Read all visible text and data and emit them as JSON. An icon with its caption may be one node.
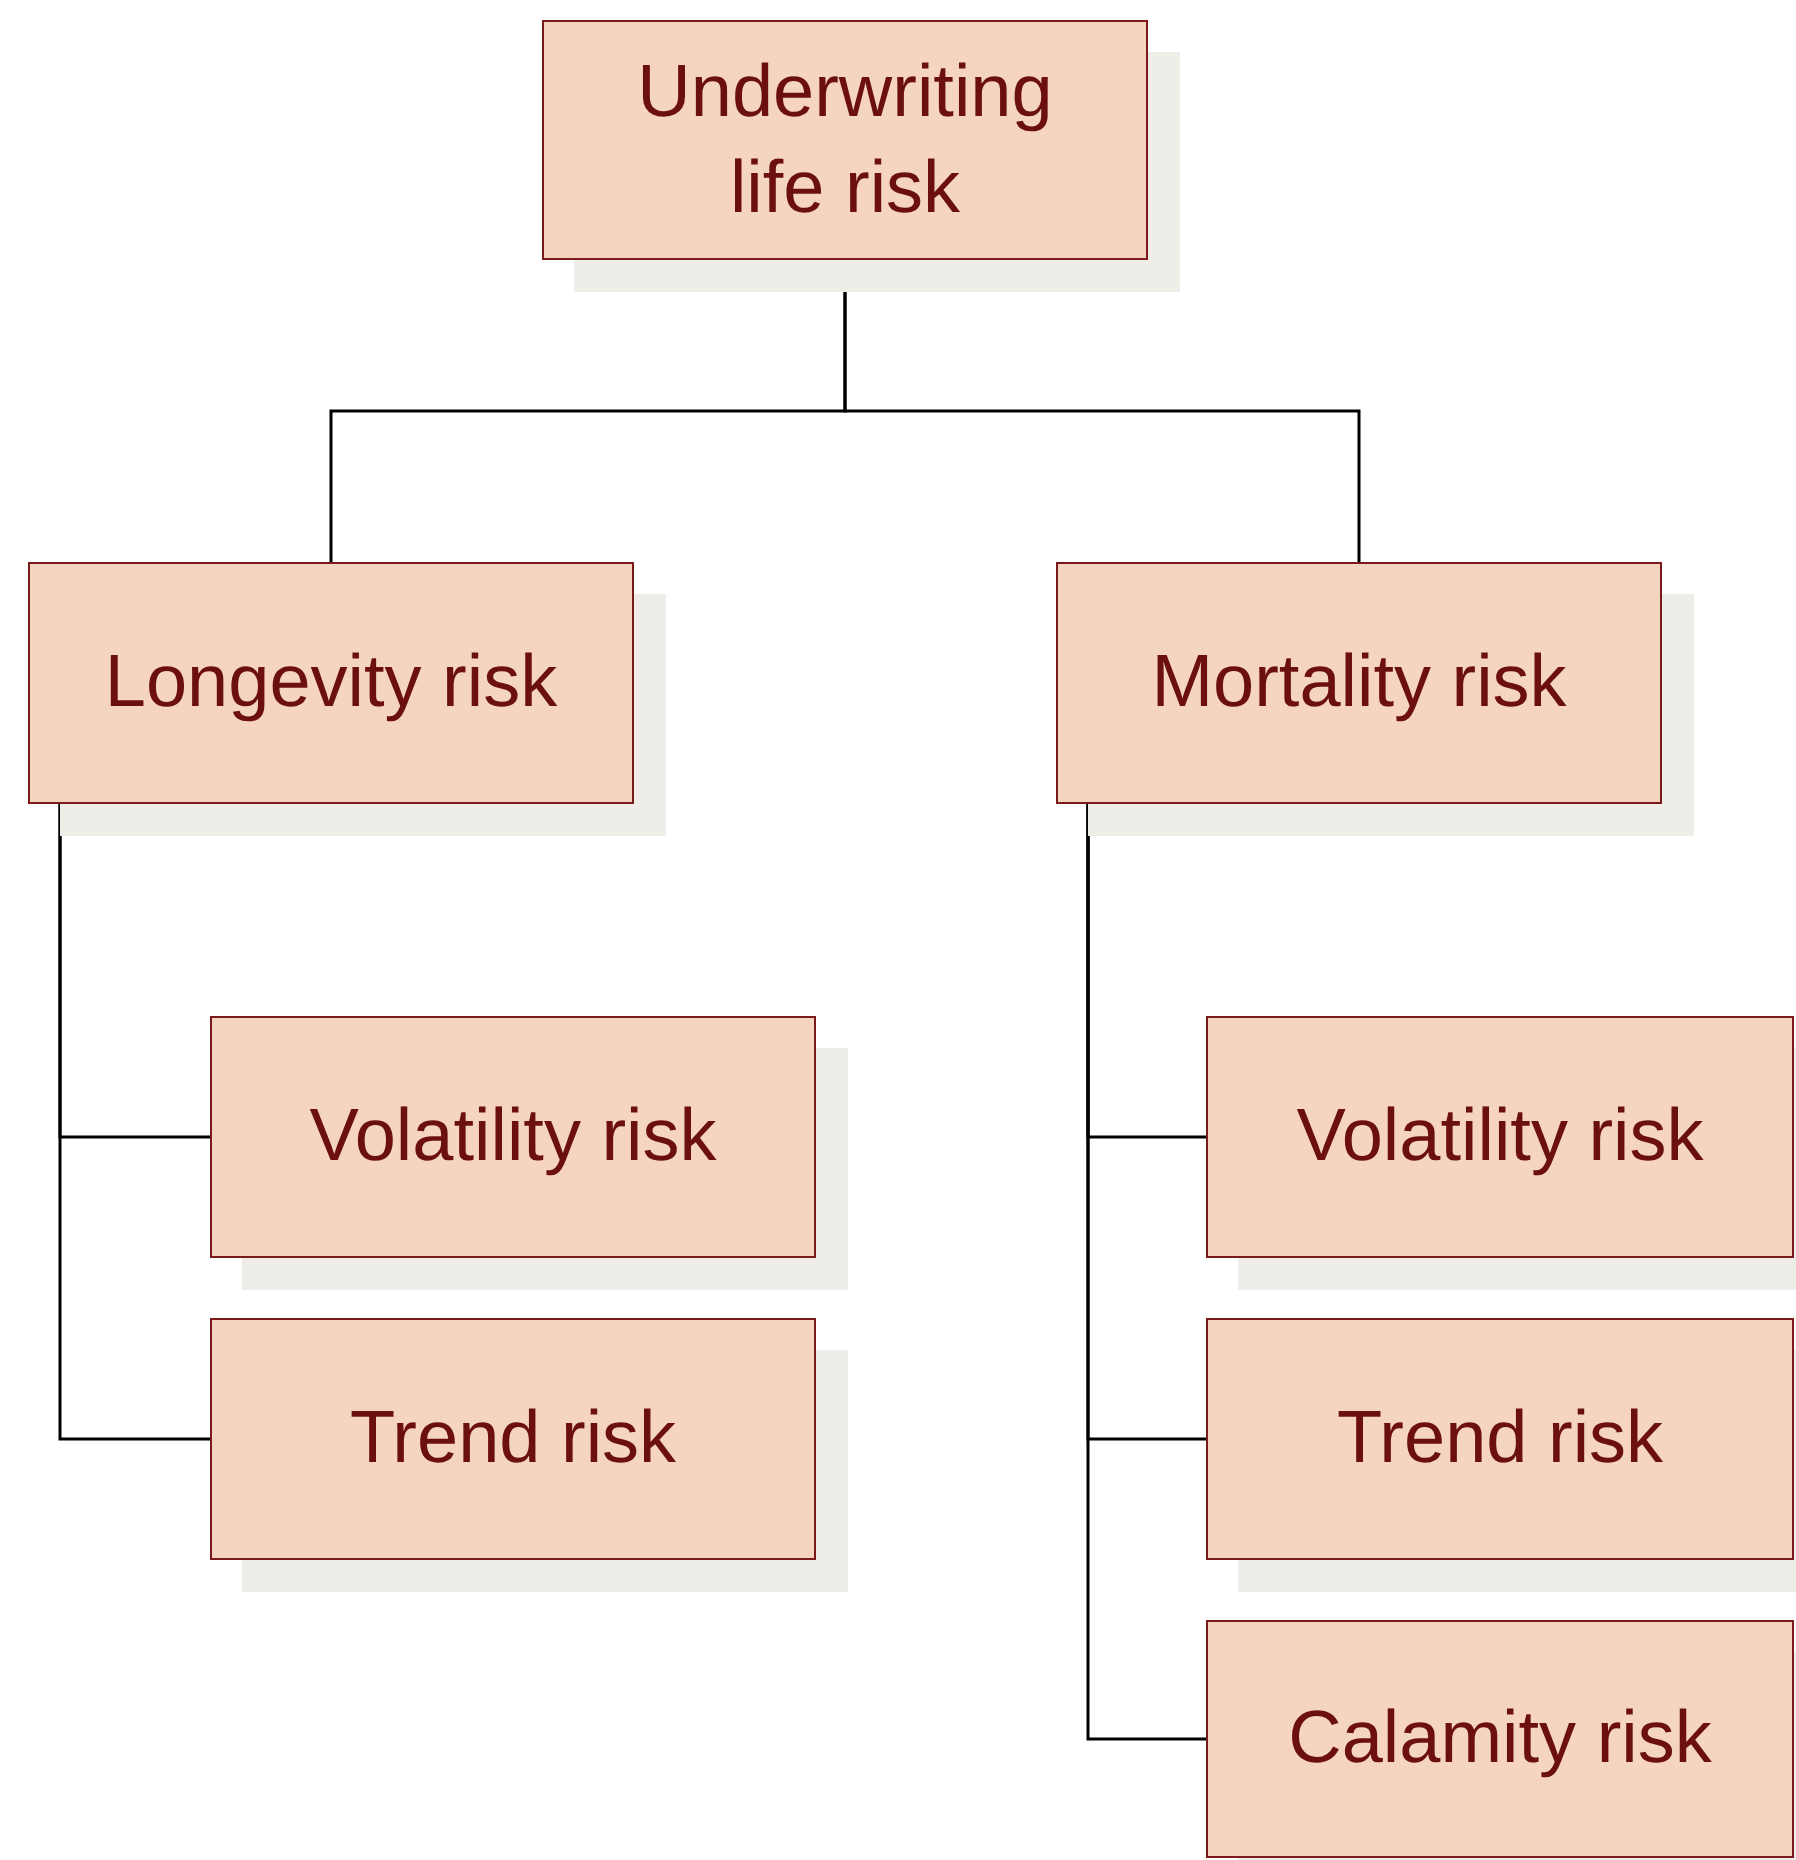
{
  "diagram": {
    "nodes": [
      {
        "text": [
          "Underwriting life risk"
        ]
      },
      {
        "text": [
          "Longevity risk"
        ]
      },
      {
        "text": [
          "Mortality risk"
        ]
      },
      {
        "text": [
          "Volatility risk"
        ]
      },
      {
        "text": [
          "Trend risk"
        ]
      },
      {
        "text": [
          "Volatility risk"
        ]
      },
      {
        "text": [
          "Trend risk"
        ]
      },
      {
        "text": [
          "Calamity risk"
        ]
      }
    ],
    "edges": [
      {
        "from": 0,
        "to": 1,
        "arrow": "none"
      },
      {
        "from": 0,
        "to": 2,
        "arrow": "none"
      },
      {
        "from": 1,
        "to": 3,
        "arrow": "none"
      },
      {
        "from": 1,
        "to": 4,
        "arrow": "none"
      },
      {
        "from": 2,
        "to": 5,
        "arrow": "none"
      },
      {
        "from": 2,
        "to": 6,
        "arrow": "none"
      },
      {
        "from": 2,
        "to": 7,
        "arrow": "none"
      }
    ]
  }
}
